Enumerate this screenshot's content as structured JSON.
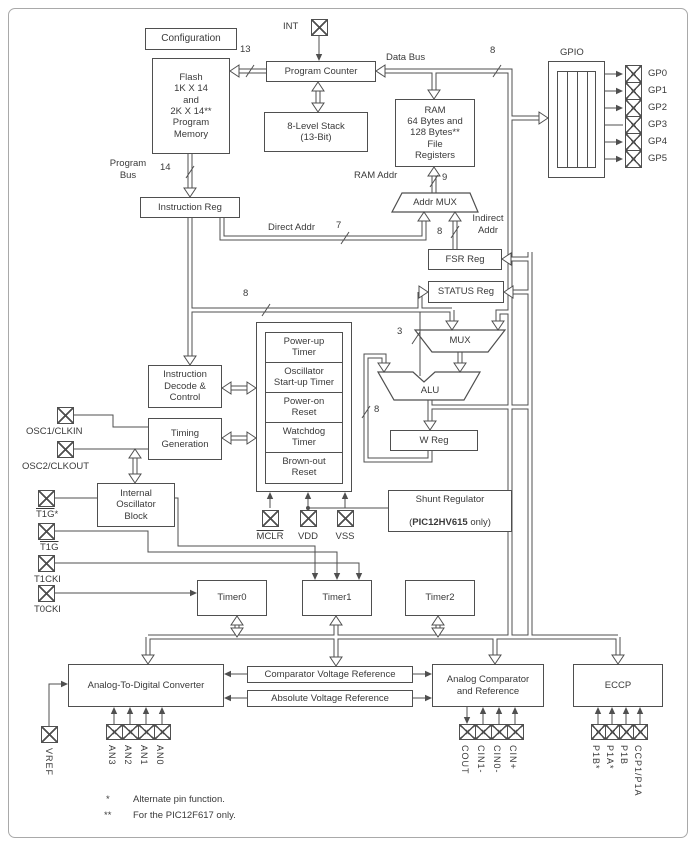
{
  "diagram": {
    "blocks": {
      "configuration": "Configuration",
      "flash": "Flash\n1K X 14\nand\n2K X 14**\nProgram\nMemory",
      "program_counter": "Program Counter",
      "stack": "8-Level Stack\n(13-Bit)",
      "ram": "RAM\n64 Bytes and\n128 Bytes**\nFile\nRegisters",
      "gpio": "GPIO",
      "addr_mux": "Addr MUX",
      "fsr": "FSR Reg",
      "status": "STATUS Reg",
      "instruction_reg": "Instruction Reg",
      "decode": "Instruction\nDecode &\nControl",
      "timing": "Timing\nGeneration",
      "int_osc": "Internal\nOscillator\nBlock",
      "mux": "MUX",
      "alu": "ALU",
      "w_reg": "W Reg",
      "shunt_line1": "Shunt Regulator",
      "shunt_pre": "(",
      "shunt_bold": "PIC12HV615",
      "shunt_post": " only)",
      "timer0": "Timer0",
      "timer1": "Timer1",
      "timer2": "Timer2",
      "adc": "Analog-To-Digital Converter",
      "comp_vref": "Comparator Voltage Reference",
      "abs_vref": "Absolute Voltage Reference",
      "analog_comp": "Analog Comparator\nand Reference",
      "eccp": "ECCP",
      "cells": [
        "Power-up\nTimer",
        "Oscillator\nStart-up Timer",
        "Power-on\nReset",
        "Watchdog\nTimer",
        "Brown-out\nReset"
      ]
    },
    "pins": {
      "int": "INT",
      "gp": [
        "GP0",
        "GP1",
        "GP2",
        "GP3",
        "GP4",
        "GP5"
      ],
      "osc1": "OSC1/CLKIN",
      "osc2": "OSC2/CLKOUT",
      "t1g_alt": {
        "bar": "T1G",
        "star": "*"
      },
      "t1g": {
        "bar": "T1G"
      },
      "t1cki": "T1CKI",
      "t0cki": "T0CKI",
      "mclr": {
        "bar": "MCLR"
      },
      "vdd": "VDD",
      "vss": "VSS",
      "vref": "VREF",
      "an": [
        "AN3",
        "AN2",
        "AN1",
        "AN0"
      ],
      "comparator": [
        "COUT",
        "CIN1-",
        "CIN0-",
        "CIN+"
      ],
      "eccp": [
        "P1B*",
        "P1A*",
        "P1B",
        "CCP1/P1A"
      ]
    },
    "bus_labels": {
      "data_bus": "Data Bus",
      "program_bus": "Program\nBus",
      "ram_addr": "RAM Addr",
      "indirect_addr": "Indirect\nAddr",
      "direct_addr": "Direct Addr",
      "w13": "13",
      "w14": "14",
      "w9": "9",
      "w8_data": "8",
      "w8_indirect": "8",
      "w7": "7",
      "w8_instr": "8",
      "w3": "3",
      "w8_alu": "8"
    },
    "footnotes": {
      "star": "*",
      "star_text": "Alternate pin function.",
      "dstar": "**",
      "dstar_text": "For the PIC12F617 only."
    }
  }
}
